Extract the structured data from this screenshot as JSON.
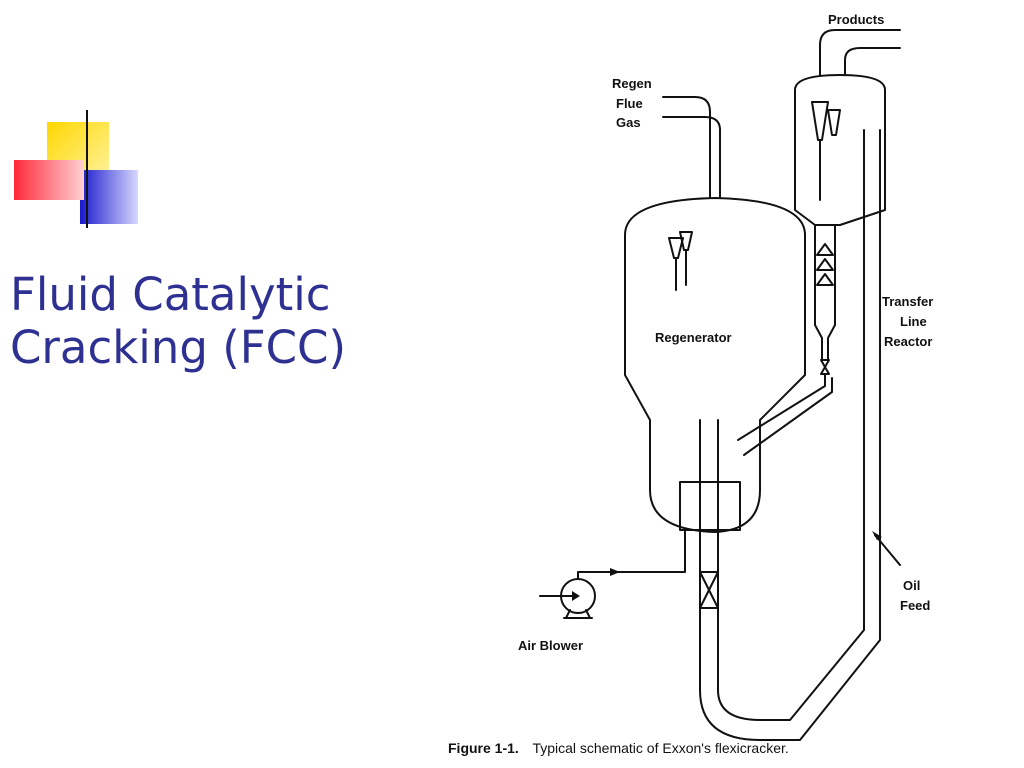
{
  "slide": {
    "title_line1": "Fluid Catalytic",
    "title_line2": "Cracking (FCC)",
    "title_color": "#2e3192"
  },
  "figure": {
    "labels": {
      "products": "Products",
      "regen_line1": "Regen",
      "regen_line2": "Flue",
      "regen_line3": "Gas",
      "regenerator": "Regenerator",
      "transfer_line1": "Transfer",
      "transfer_line2": "Line",
      "transfer_line3": "Reactor",
      "oil_line1": "Oil",
      "oil_line2": "Feed",
      "air_blower": "Air Blower"
    },
    "caption_label": "Figure 1-1.",
    "caption_text": "Typical schematic of Exxon's flexicracker."
  },
  "colors": {
    "deco_yellow": "#ffd700",
    "deco_red": "#ff3344",
    "deco_blue": "#2222cc",
    "rule_line": "#777777"
  }
}
